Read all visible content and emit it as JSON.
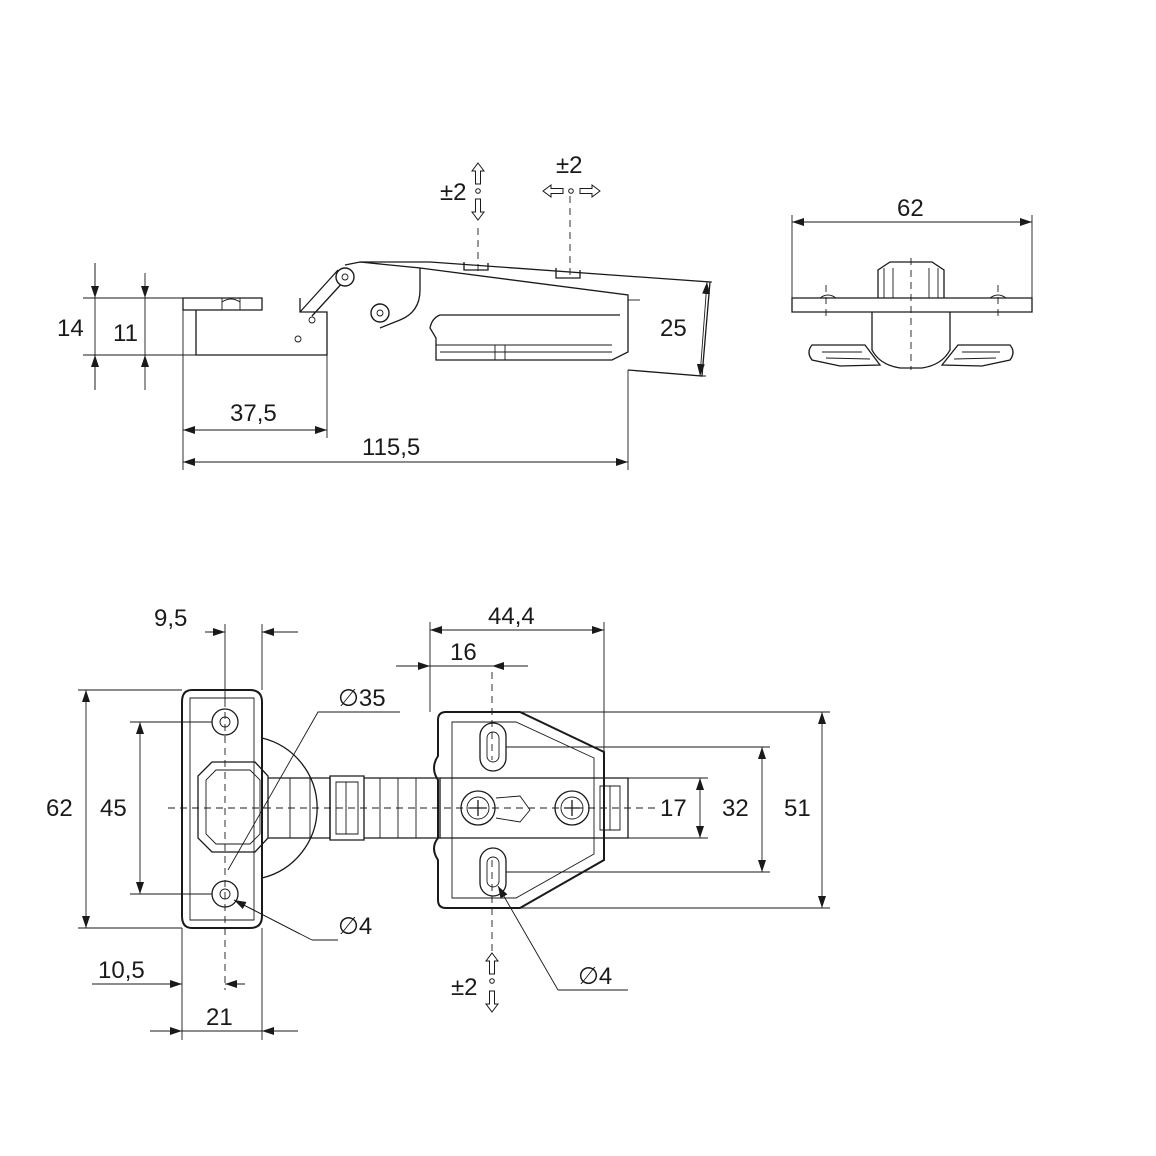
{
  "side_view": {
    "dim_height_total": "14",
    "dim_height_plate": "11",
    "dim_length_cup": "37,5",
    "dim_length_total": "115,5",
    "dim_depth": "25",
    "adjust_vertical": "±2",
    "adjust_horizontal": "±2"
  },
  "end_view": {
    "dim_width": "62"
  },
  "top_view": {
    "dim_cup_offset": "9,5",
    "dim_cup_diameter": "∅35",
    "dim_overall_height": "62",
    "dim_hole_spacing": "45",
    "dim_hole_diameter_left": "∅4",
    "dim_cup_edge": "10,5",
    "dim_cup_width": "21",
    "dim_arm_length": "44,4",
    "dim_slot_offset": "16",
    "dim_arm_width": "17",
    "dim_slot_spacing": "32",
    "dim_plate_height": "51",
    "dim_hole_diameter_right": "∅4",
    "adjust_depth": "±2"
  }
}
